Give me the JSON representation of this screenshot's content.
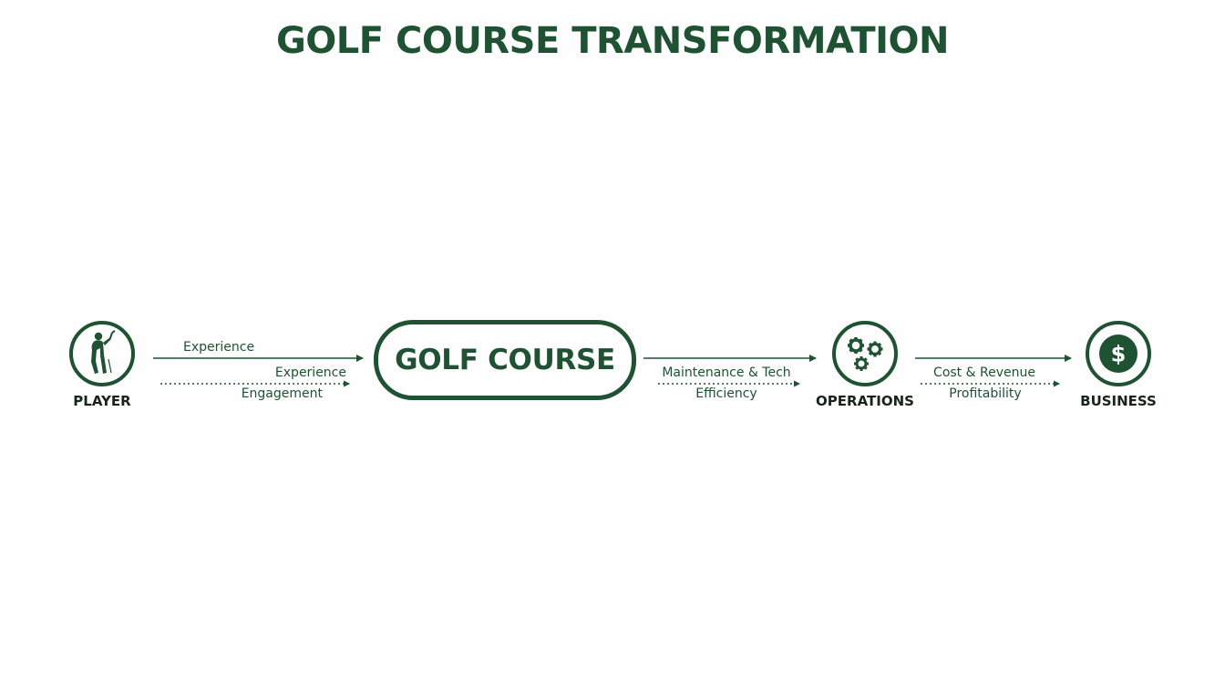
{
  "title": "GOLF COURSE TRANSFORMATION",
  "center_node": {
    "label": "GOLF COURSE"
  },
  "nodes": {
    "player": {
      "label": "PLAYER",
      "icon": "golfer-icon"
    },
    "operations": {
      "label": "OPERATIONS",
      "icon": "gears-icon"
    },
    "business": {
      "label": "BUSINESS",
      "icon": "dollar-icon"
    }
  },
  "flows": {
    "player_to_course": {
      "upper_label": "Experience",
      "middle_label": "Experience",
      "lower_label": "Engagement"
    },
    "course_to_operations": {
      "upper_label": "Maintenance & Tech",
      "lower_label": "Efficiency"
    },
    "operations_to_business": {
      "upper_label": "Cost & Revenue",
      "lower_label": "Profitability"
    }
  },
  "colors": {
    "primary": "#1e5232",
    "text_dark": "#17241c",
    "background": "#fdfefd"
  }
}
